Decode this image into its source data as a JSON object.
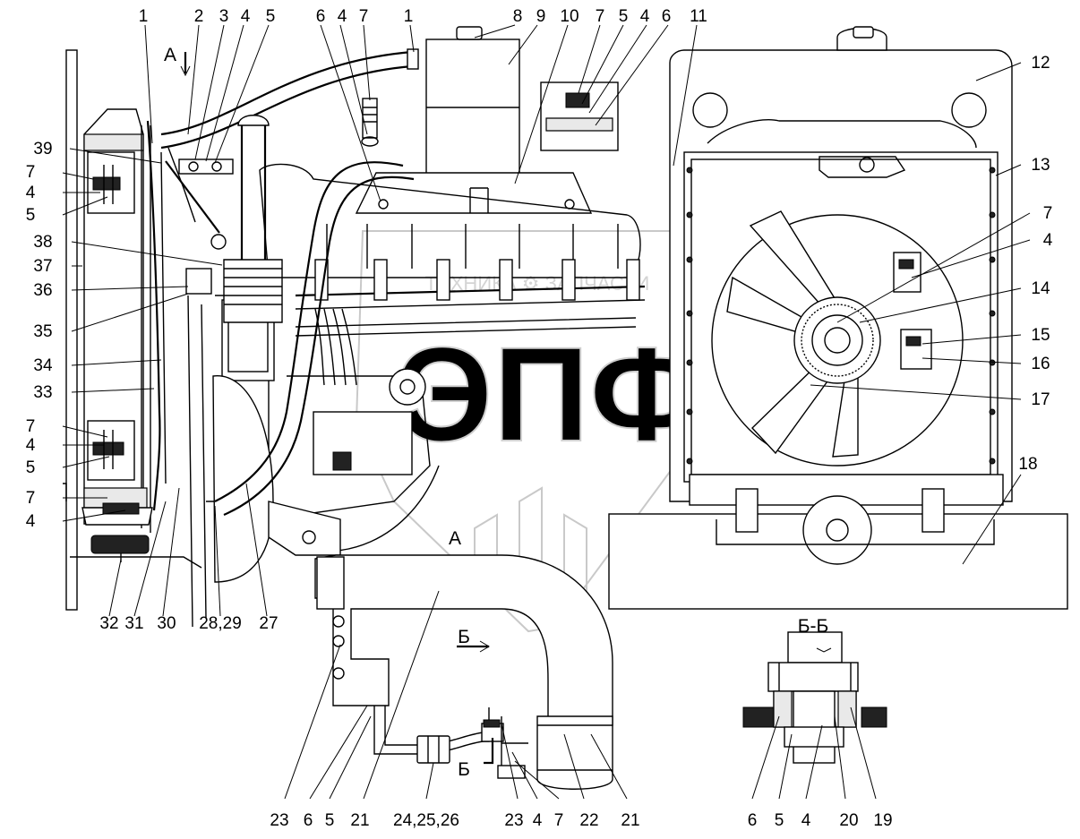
{
  "view_labels": {
    "arrow_a_top": "А",
    "arrow_a_detail": "А",
    "section_title": "Б-Б",
    "section_mark_top": "Б",
    "section_mark_bottom": "Б"
  },
  "watermark": {
    "logo_text": "ЭПФ",
    "banner_text": "ТЕХНИКА ⚙ ЗАПЧАСТИ"
  },
  "callouts": {
    "top_1a": "1",
    "top_2": "2",
    "top_3": "3",
    "top_4a": "4",
    "top_5a": "5",
    "top_6a": "6",
    "top_4b": "4",
    "top_7a": "7",
    "top_1b": "1",
    "top_8": "8",
    "top_9": "9",
    "top_10": "10",
    "top_7b": "7",
    "top_5b": "5",
    "top_4c": "4",
    "top_6b": "6",
    "top_11": "11",
    "left_39": "39",
    "left_7a": "7",
    "left_4a": "4",
    "left_5a": "5",
    "left_38": "38",
    "left_37": "37",
    "left_36": "36",
    "left_35": "35",
    "left_34": "34",
    "left_33": "33",
    "left_7b": "7",
    "left_4b": "4",
    "left_5b": "5",
    "left_7c": "7",
    "left_4c": "4",
    "bot_32": "32",
    "bot_31": "31",
    "bot_30": "30",
    "bot_2829": "28,29",
    "bot_27": "27",
    "right_12": "12",
    "right_13": "13",
    "right_7": "7",
    "right_4": "4",
    "right_14": "14",
    "right_15": "15",
    "right_16": "16",
    "right_17": "17",
    "right_18": "18",
    "det_23a": "23",
    "det_6": "6",
    "det_5": "5",
    "det_21a": "21",
    "det_242526": "24,25,26",
    "det_23b": "23",
    "det_4": "4",
    "det_7": "7",
    "det_22": "22",
    "det_21b": "21",
    "sec_6": "6",
    "sec_5": "5",
    "sec_4": "4",
    "sec_20": "20",
    "sec_19": "19"
  }
}
